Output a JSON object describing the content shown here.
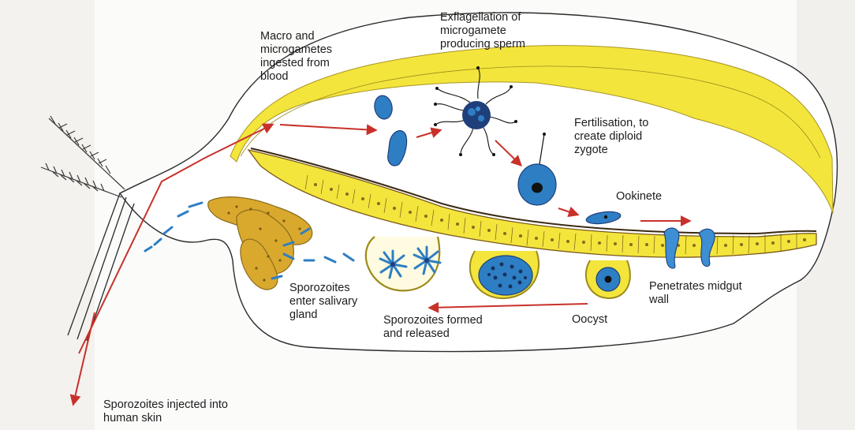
{
  "colors": {
    "outline": "#2a2a2a",
    "arrow": "#c8312a",
    "gut_fill": "#f3e53c",
    "gut_border": "#9c8a1a",
    "cell_line": "#7a5a1a",
    "blue": "#2e7ec4",
    "blue_dark": "#1f3f7a",
    "gland": "#d9a92e",
    "background_page": "#f2f0ec"
  },
  "labels": {
    "ingested": "Macro and\nmicrogametes\ningested from\nblood",
    "exflagellation": "Exflagellation of\nmicrogamete\nproducing sperm",
    "fertilisation": "Fertilisation, to\ncreate diploid\nzygote",
    "ookinete": "Ookinete",
    "penetrates": "Penetrates midgut\nwall",
    "oocyst": "Oocyst",
    "sporozoites_formed": "Sporozoites formed\nand released",
    "salivary": "Sporozoites\nenter salivary\ngland",
    "injected": "Sporozoites injected into\nhuman skin"
  },
  "icons": {
    "macrogamete": "macrogamete-cell-icon",
    "microgamete": "microgamete-cell-icon",
    "exflagellating_gamete": "flagellated-gamete-icon",
    "zygote": "zygote-cell-icon",
    "ookinete": "ookinete-cell-icon",
    "oocyst": "oocyst-icon",
    "sporozoite": "sporozoite-icon",
    "salivary_gland": "salivary-gland-icon"
  }
}
